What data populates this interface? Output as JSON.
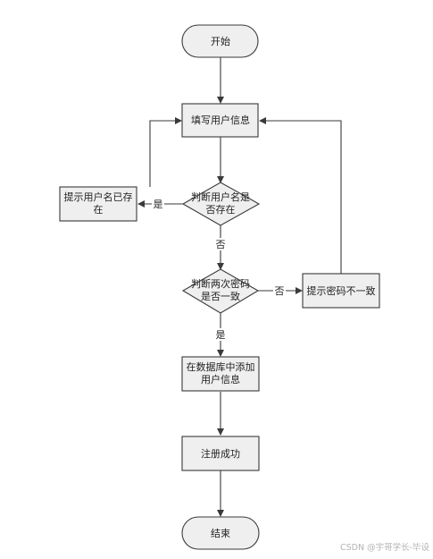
{
  "nodes": {
    "start": "开始",
    "fill_info": "填写用户信息",
    "check_user": [
      "判断用户名是",
      "否存在"
    ],
    "user_exists": [
      "提示用户名已存",
      "在"
    ],
    "check_pwd": [
      "判断两次密码",
      "是否一致"
    ],
    "pwd_mismatch": "提示密码不一致",
    "add_db": [
      "在数据库中添加",
      "用户信息"
    ],
    "success": "注册成功",
    "end": "结束"
  },
  "edges": {
    "user_yes": "是",
    "user_no": "否",
    "pwd_no": "否",
    "pwd_yes": "是"
  },
  "watermark": "CSDN @宇哥学长-毕设",
  "colors": {
    "box_fill": "#efefef",
    "stroke": "#3a3a3a"
  }
}
